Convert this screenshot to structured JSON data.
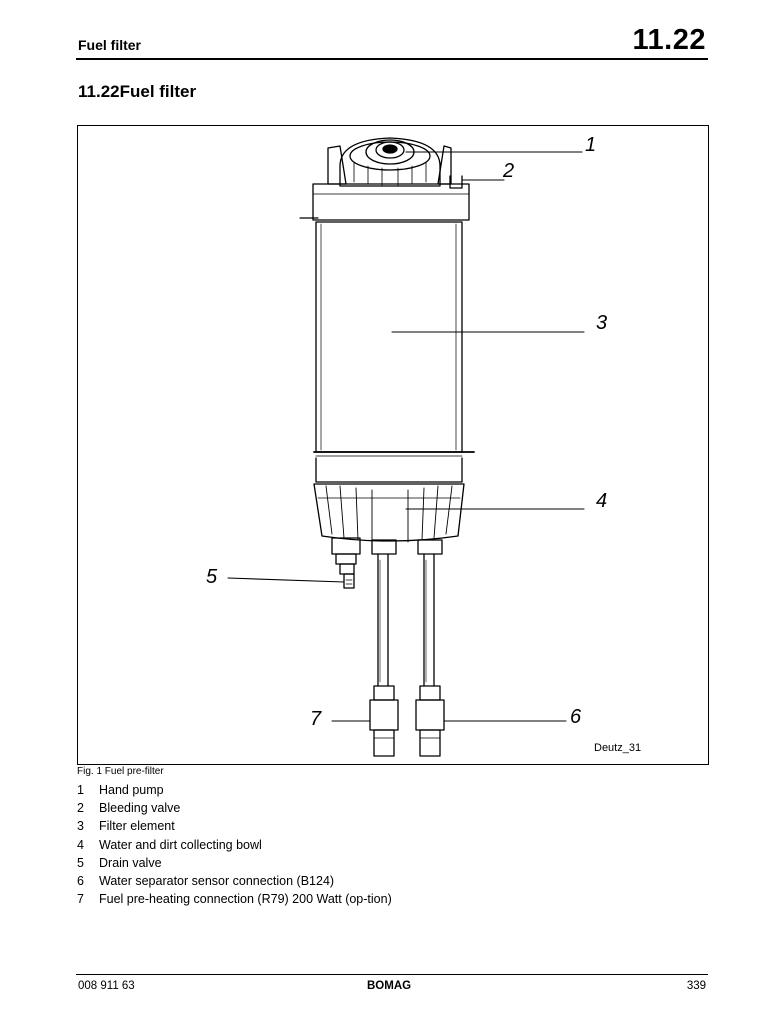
{
  "header": {
    "title": "Fuel filter",
    "section_number": "11.22"
  },
  "section": {
    "title": "11.22Fuel filter"
  },
  "figure": {
    "reference": "Deutz_31",
    "caption": "Fig. 1 Fuel pre-filter",
    "callouts": [
      "1",
      "2",
      "3",
      "4",
      "5",
      "6",
      "7"
    ]
  },
  "legend": [
    {
      "num": "1",
      "text": "Hand pump"
    },
    {
      "num": "2",
      "text": "Bleeding valve"
    },
    {
      "num": "3",
      "text": "Filter element"
    },
    {
      "num": "4",
      "text": "Water and dirt collecting bowl"
    },
    {
      "num": "5",
      "text": "Drain valve"
    },
    {
      "num": "6",
      "text": "Water separator sensor connection (B124)"
    },
    {
      "num": "7",
      "text": "Fuel pre-heating connection (R79) 200 Watt (op-tion)"
    }
  ],
  "footer": {
    "doc_number": "008 911 63",
    "brand": "BOMAG",
    "page": "339"
  }
}
